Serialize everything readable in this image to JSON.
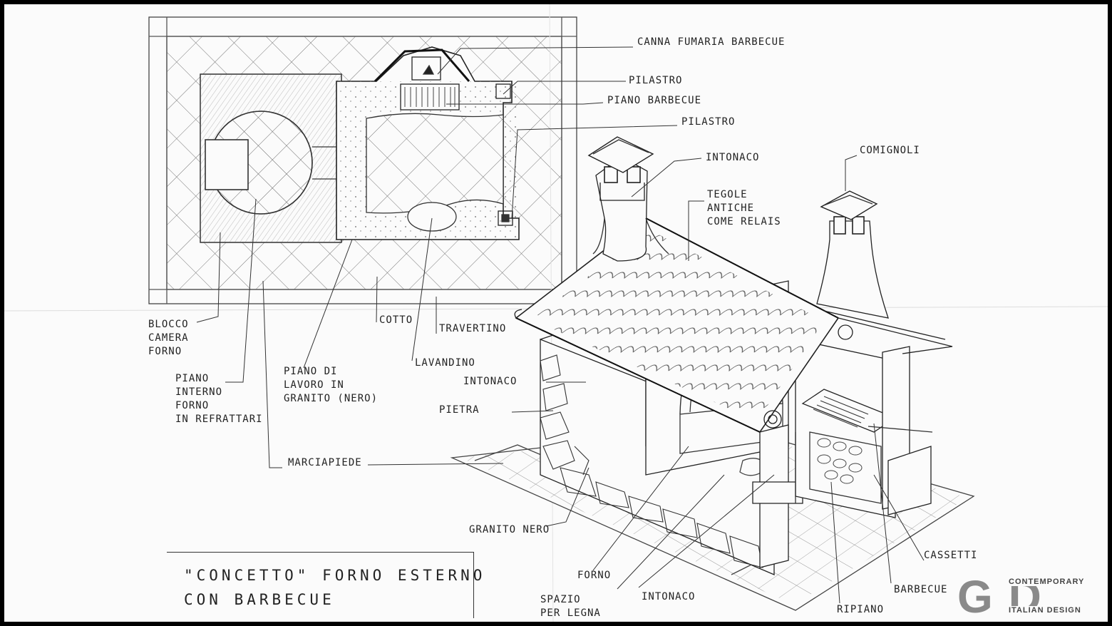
{
  "labels": {
    "canna_fumaria": "CANNA FUMARIA BARBECUE",
    "pilastro_1": "PILASTRO",
    "piano_barbecue": "PIANO BARBECUE",
    "pilastro_2": "PILASTRO",
    "intonaco_1": "INTONACO",
    "comignoli": "COMIGNOLI",
    "tegole": "TEGOLE\nANTICHE\nCOME RELAIS",
    "blocco": "BLOCCO\nCAMERA\nFORNO",
    "cotto": "COTTO",
    "travertino": "TRAVERTINO",
    "lavandino": "LAVANDINO",
    "piano_interno": "PIANO\nINTERNO\nFORNO\nIN REFRATTARI",
    "piano_lavoro": "PIANO DI\nLAVORO IN\nGRANITO (NERO)",
    "intonaco_2": "INTONACO",
    "pietra": "PIETRA",
    "marciapiede": "MARCIAPIEDE",
    "granito_nero": "GRANITO NERO",
    "forno": "FORNO",
    "spazio": "SPAZIO\nPER LEGNA",
    "intonaco_3": "INTONACO",
    "ripiano": "RIPIANO",
    "barbecue": "BARBECUE",
    "cassetti": "CASSETTI"
  },
  "title": {
    "line1": "\"CONCETTO\" FORNO ESTERNO",
    "line2": "CON BARBECUE"
  },
  "logo": {
    "mark": "G  D",
    "line1": "CONTEMPORARY",
    "line2": "ITALIAN DESIGN"
  }
}
